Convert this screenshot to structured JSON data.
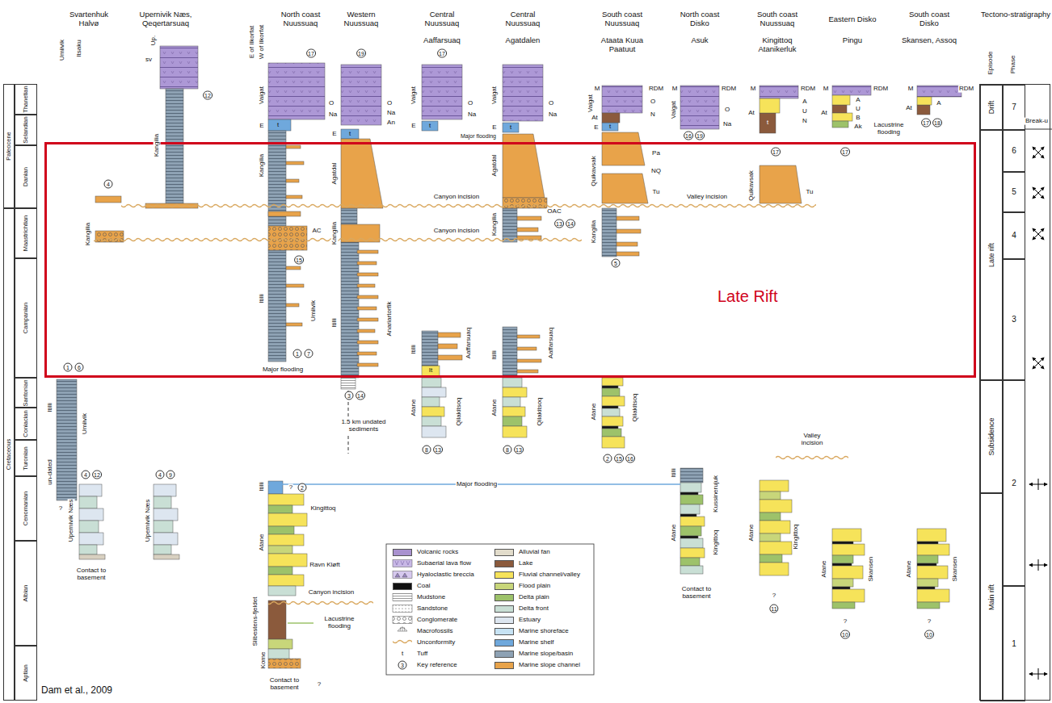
{
  "diagram": {
    "nodes": [
      {
        "text": [
          "Paleocene"
        ]
      },
      {
        "text": [
          "Cretaceous"
        ]
      },
      {
        "text": [
          "Thanetian"
        ]
      },
      {
        "text": [
          "Selandian"
        ]
      },
      {
        "text": [
          "Danian"
        ]
      },
      {
        "text": [
          "Maastrichtian"
        ]
      },
      {
        "text": [
          "Campanian"
        ]
      },
      {
        "text": [
          "Santonian"
        ]
      },
      {
        "text": [
          "Coniacian"
        ]
      },
      {
        "text": [
          "Turonian"
        ]
      },
      {
        "text": [
          "Cenomanian"
        ]
      },
      {
        "text": [
          "Albian"
        ]
      },
      {
        "text": [
          "Aptian"
        ]
      },
      {
        "text": [
          "Late Rift"
        ]
      },
      {
        "text": [
          "Tectono-stratigraphy"
        ]
      },
      {
        "text": [
          "Drift"
        ],
        "in": 14
      },
      {
        "text": [
          "Late rift"
        ],
        "in": 14
      },
      {
        "text": [
          "Subsidence"
        ],
        "in": 14
      },
      {
        "text": [
          "Main rift"
        ],
        "in": 14
      },
      {
        "text": [
          "7"
        ],
        "in": 14
      },
      {
        "text": [
          "6"
        ],
        "in": 14
      },
      {
        "text": [
          "5"
        ],
        "in": 14
      },
      {
        "text": [
          "4"
        ],
        "in": 14
      },
      {
        "text": [
          "3"
        ],
        "in": 14
      },
      {
        "text": [
          "2"
        ],
        "in": 14
      },
      {
        "text": [
          "1"
        ],
        "in": 14
      }
    ],
    "labels": [
      "Svartenhuk Halvø",
      "Upernivik Næs, Qeqertarsuaq",
      "North coast Nuussuaq",
      "Western Nuussuaq",
      "Central Nuussuaq",
      "Aaffarsuaq",
      "Central Nuussuaq",
      "Agatdalen",
      "South coast Nuussuaq",
      "Ataata Kuua Paatuut",
      "North coast Disko",
      "Asuk",
      "South coast Nuussuaq",
      "Kingittoq Atanikerluk",
      "Eastern Disko",
      "Pingu",
      "South coast Disko",
      "Skansen, Assoq",
      "Umiivik",
      "Itsaku",
      "Kangilia",
      "4",
      "Itilli",
      "Umiivik",
      "un-dated",
      "?",
      "1",
      "6",
      "Upernivik Næs",
      "4",
      "12",
      "Contact to basement",
      "Upernivik Næs",
      "4",
      "9",
      "sv",
      "Up.",
      "Kangilia",
      "12",
      "E of Ilkorfat",
      "W of Ilkorfat",
      "17",
      "Vaigat",
      "O",
      "Na",
      "E",
      "t",
      "Kangilia",
      "AC",
      "15",
      "Itilli",
      "Umiivik",
      "1",
      "7",
      "Major flooding",
      "Itilli",
      "?",
      "2",
      "Kingittoq",
      "Atane",
      "Ravn Kløft",
      "Canyon incision",
      "Slibestens-fjeldet",
      "Lacustrine flooding",
      "Kome",
      "Contact to basement",
      "?",
      "19",
      "O",
      "Na",
      "An",
      "E",
      "t",
      "Agatdal",
      "Kangilia",
      "Itilli",
      "Anariartorfik",
      "3",
      "14",
      "1.5 km undated sediments",
      "17",
      "Vaigat",
      "O",
      "Na",
      "E",
      "t",
      "Major flooding",
      "Canyon incision",
      "Canyon incision",
      "Itilli",
      "Aaffarsuaq",
      "It",
      "Atane",
      "Qilakitsoq",
      "8",
      "13",
      "Vaigat",
      "O",
      "Na",
      "E",
      "t",
      "Agatdal",
      "Kangilia",
      "OAC",
      "13",
      "14",
      "Itilli",
      "Aaffarsuaq",
      "Atane",
      "Qilakitsoq",
      "8",
      "13",
      "M",
      "RDM",
      "Vaigat",
      "O",
      "At",
      "N",
      "E",
      "t",
      "Pa",
      "Quikavsak",
      "NQ",
      "Tu",
      "Kangilia",
      "5",
      "Atane",
      "Qilakitsoq",
      "2",
      "15",
      "16",
      "M",
      "RDM",
      "Vaigat",
      "O",
      "Na",
      "16",
      "19",
      "Valley incision",
      "Itilli",
      "Kussinerujuk",
      "Atane",
      "Kingittoq",
      "Contact to basement",
      "M",
      "RDM",
      "A",
      "U",
      "N",
      "At",
      "t",
      "17",
      "Quikavsak",
      "Tu",
      "Valley incision",
      "Atane",
      "Kingittoq",
      "?",
      "11",
      "M",
      "RDM",
      "A",
      "U",
      "B",
      "Ak",
      "At",
      "Lacustrine flooding",
      "17",
      "Atane",
      "Skansen",
      "?",
      "10",
      "M",
      "RDM",
      "A",
      "At",
      "17",
      "18",
      "Atane",
      "Skansen",
      "?",
      "10",
      "Major flooding",
      "Break-u",
      "Episode",
      "Phase",
      "Dam et al., 2009",
      "t",
      "3"
    ],
    "legend": [
      {
        "text": "Volcanic rocks",
        "color": "#a992cf"
      },
      {
        "text": "Subaerial lava flow"
      },
      {
        "text": "Hyaloclastic breccia"
      },
      {
        "text": "Coal",
        "color": "#111111"
      },
      {
        "text": "Mudstone"
      },
      {
        "text": "Sandstone"
      },
      {
        "text": "Conglomerate"
      },
      {
        "text": "Macrofossils"
      },
      {
        "text": "Unconformity"
      },
      {
        "text": "Tuff"
      },
      {
        "text": "Key reference"
      },
      {
        "text": "Alluvial fan",
        "color": "#e2dccb"
      },
      {
        "text": "Lake",
        "color": "#8b5a3c"
      },
      {
        "text": "Fluvial channel/valley",
        "color": "#f6e35a"
      },
      {
        "text": "Flood plain",
        "color": "#c8d67a"
      },
      {
        "text": "Delta plain",
        "color": "#9dc26a"
      },
      {
        "text": "Delta front",
        "color": "#c9dfd5"
      },
      {
        "text": "Estuary",
        "color": "#dde6f0"
      },
      {
        "text": "Marine shoreface",
        "color": "#c7e3f4"
      },
      {
        "text": "Marine shelf",
        "color": "#6fa8dc"
      },
      {
        "text": "Marine slope/basin",
        "color": "#8ea2b4"
      },
      {
        "text": "Marine slope channel",
        "color": "#e8a34a"
      }
    ]
  }
}
